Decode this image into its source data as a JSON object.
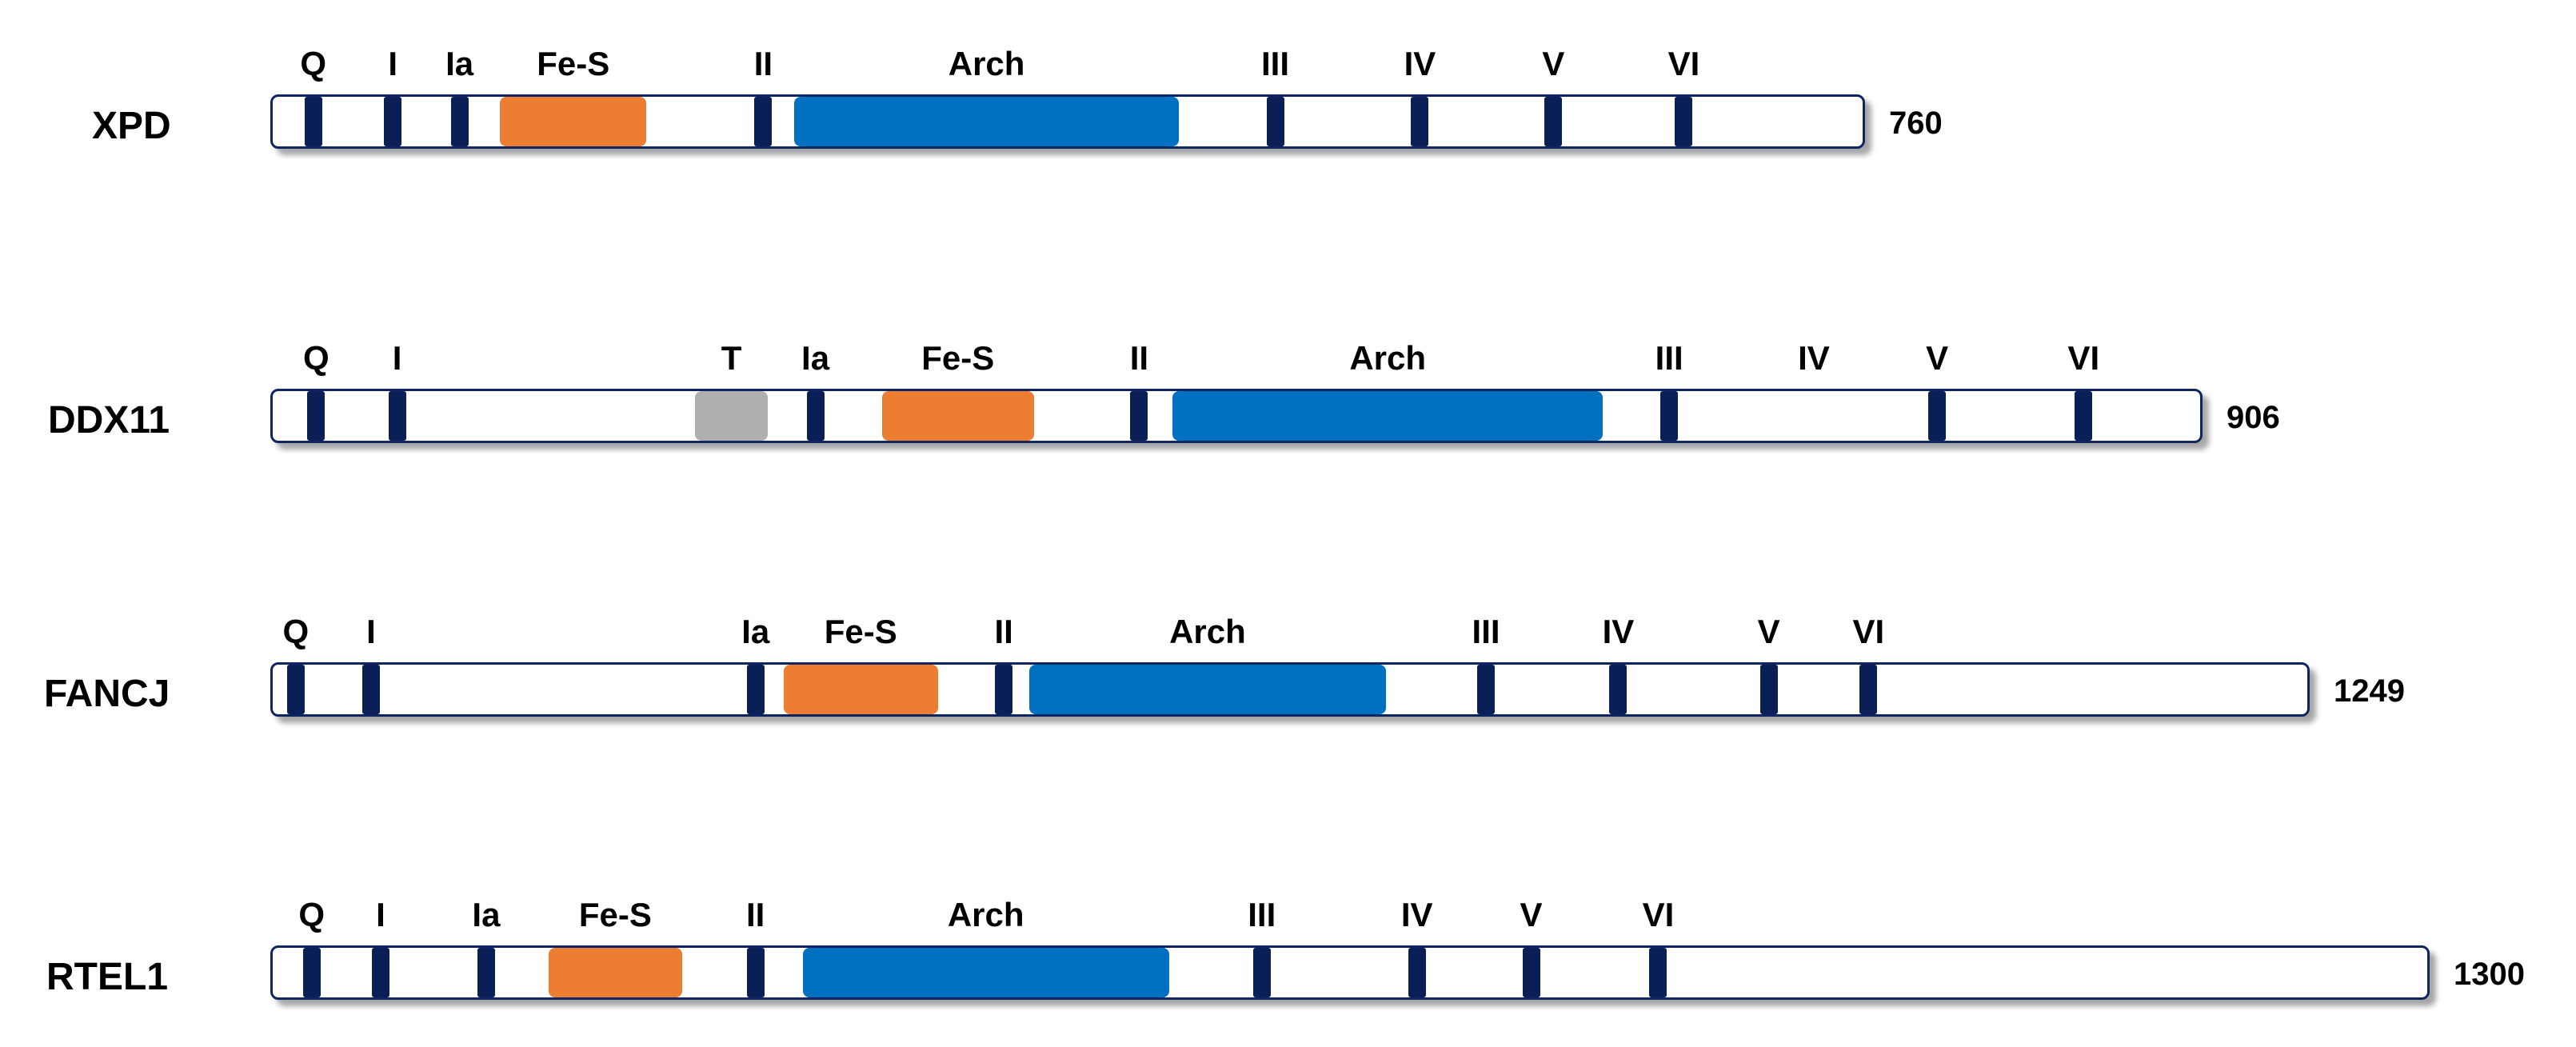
{
  "colors": {
    "outline": "#0f2560",
    "motif": "#0a1f55",
    "fes": "#ed7d31",
    "arch": "#0070c0",
    "t": "#b0aeae"
  },
  "proteins": [
    {
      "name": "XPD",
      "length": "760",
      "motifs": [
        {
          "label": "Q",
          "pos": 0.02
        },
        {
          "label": "I",
          "pos": 0.07
        },
        {
          "label": "Ia",
          "pos": 0.112
        },
        {
          "label": "II",
          "pos": 0.303
        },
        {
          "label": "III",
          "pos": 0.625
        },
        {
          "label": "IV",
          "pos": 0.716
        },
        {
          "label": "V",
          "pos": 0.8
        },
        {
          "label": "VI",
          "pos": 0.882
        }
      ],
      "domains": [
        {
          "label": "Fe-S",
          "kind": "fes",
          "start": 0.143,
          "end": 0.235
        },
        {
          "label": "Arch",
          "kind": "arch",
          "start": 0.328,
          "end": 0.57
        }
      ]
    },
    {
      "name": "DDX11",
      "length": "906",
      "motifs": [
        {
          "label": "Q",
          "pos": 0.018
        },
        {
          "label": "I",
          "pos": 0.06
        },
        {
          "label": "Ia",
          "pos": 0.277
        },
        {
          "label": "II",
          "pos": 0.445
        },
        {
          "label": "III",
          "pos": 0.72
        },
        {
          "label": "IV",
          "pos": 0.795,
          "hidden": true
        },
        {
          "label": "V",
          "pos": 0.859
        },
        {
          "label": "VI",
          "pos": 0.935
        }
      ],
      "domains": [
        {
          "label": "T",
          "kind": "t",
          "start": 0.219,
          "end": 0.257
        },
        {
          "label": "Fe-S",
          "kind": "fes",
          "start": 0.316,
          "end": 0.395
        },
        {
          "label": "Arch",
          "kind": "arch",
          "start": 0.467,
          "end": 0.69
        }
      ]
    },
    {
      "name": "FANCJ",
      "length": "1249",
      "motifs": [
        {
          "label": "Q",
          "pos": 0.007
        },
        {
          "label": "I",
          "pos": 0.044
        },
        {
          "label": "Ia",
          "pos": 0.233
        },
        {
          "label": "II",
          "pos": 0.355
        },
        {
          "label": "III",
          "pos": 0.592
        },
        {
          "label": "IV",
          "pos": 0.657
        },
        {
          "label": "V",
          "pos": 0.731
        },
        {
          "label": "VI",
          "pos": 0.78
        }
      ],
      "domains": [
        {
          "label": "Fe-S",
          "kind": "fes",
          "start": 0.251,
          "end": 0.327
        },
        {
          "label": "Arch",
          "kind": "arch",
          "start": 0.372,
          "end": 0.547
        }
      ]
    },
    {
      "name": "RTEL1",
      "length": "1300",
      "motifs": [
        {
          "label": "Q",
          "pos": 0.014
        },
        {
          "label": "I",
          "pos": 0.046
        },
        {
          "label": "Ia",
          "pos": 0.095
        },
        {
          "label": "II",
          "pos": 0.22
        },
        {
          "label": "III",
          "pos": 0.455
        },
        {
          "label": "IV",
          "pos": 0.527
        },
        {
          "label": "V",
          "pos": 0.58
        },
        {
          "label": "VI",
          "pos": 0.639
        }
      ],
      "domains": [
        {
          "label": "Fe-S",
          "kind": "fes",
          "start": 0.128,
          "end": 0.19
        },
        {
          "label": "Arch",
          "kind": "arch",
          "start": 0.246,
          "end": 0.416
        }
      ]
    }
  ]
}
